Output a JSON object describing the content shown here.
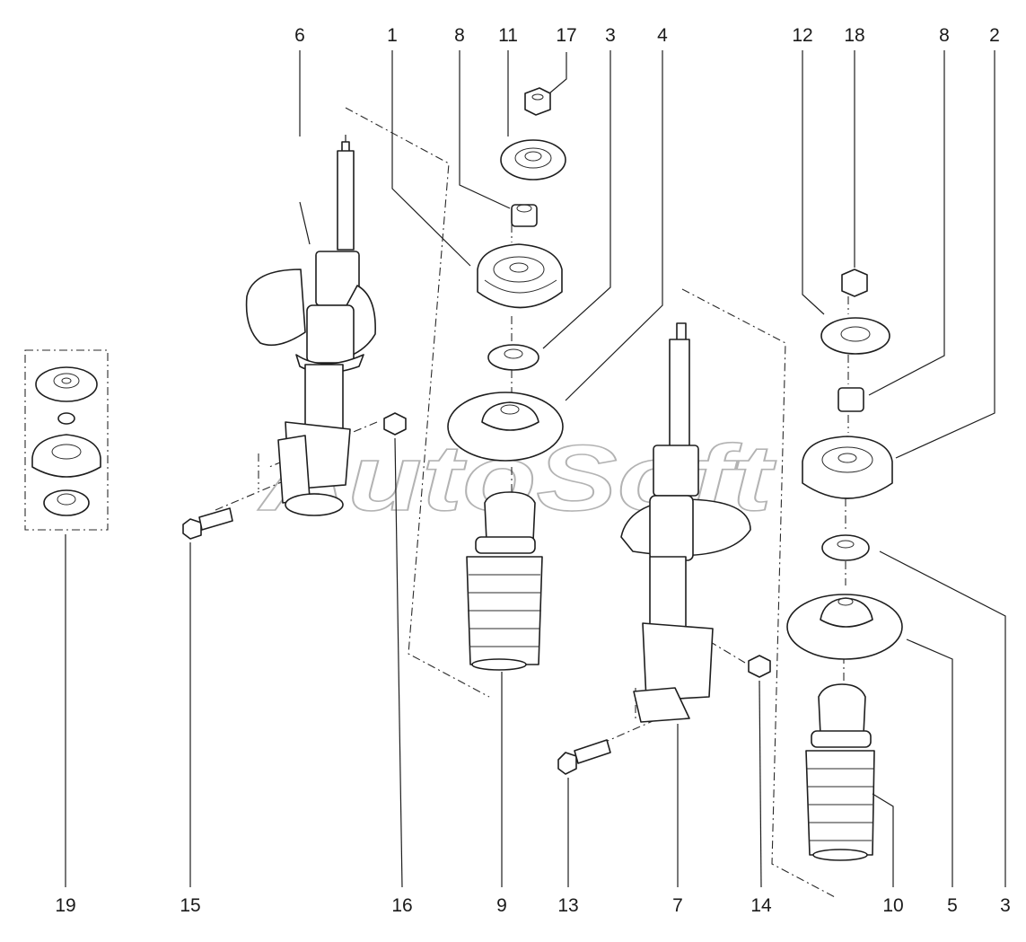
{
  "callouts": {
    "top": [
      "6",
      "1",
      "8",
      "11",
      "17",
      "3",
      "4",
      "12",
      "18",
      "8",
      "2"
    ],
    "bottom": [
      "19",
      "15",
      "16",
      "9",
      "13",
      "7",
      "14",
      "10",
      "5",
      "3"
    ]
  },
  "watermark": "AutoSoft",
  "colors": {
    "line": "#1e1e1e",
    "watermark": "#9a9a9a",
    "background": "#ffffff"
  }
}
